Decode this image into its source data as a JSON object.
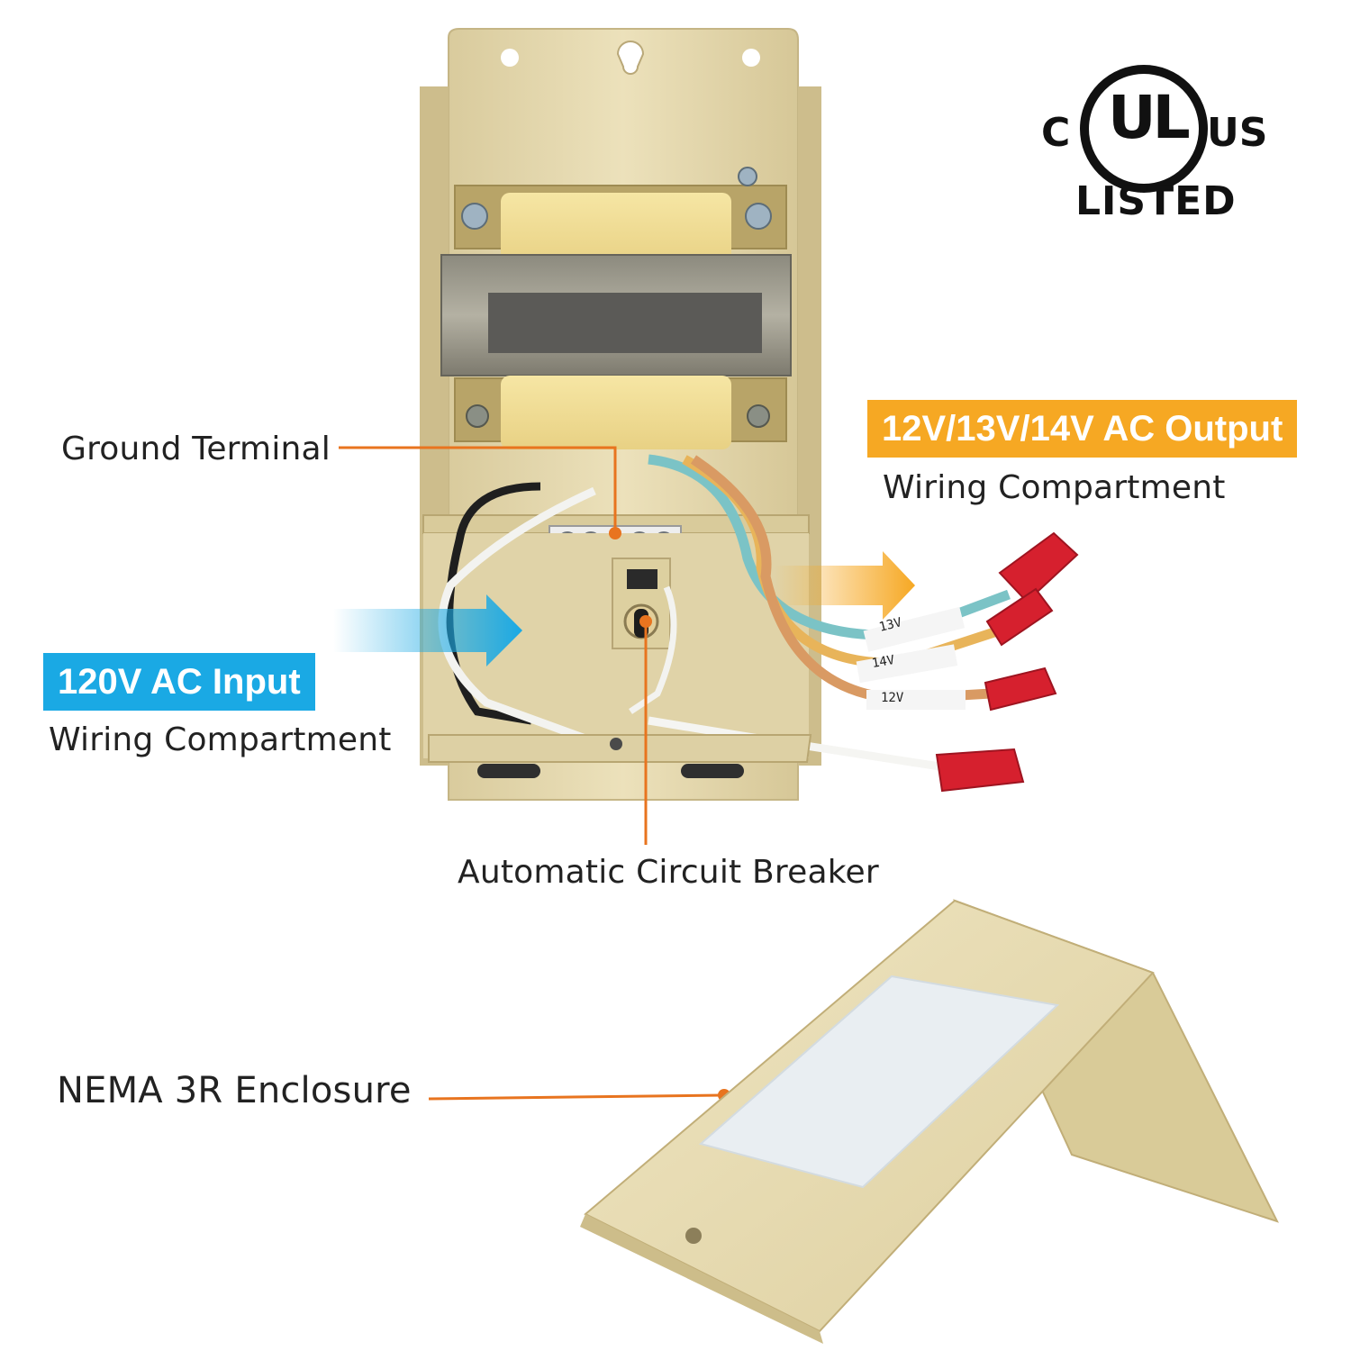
{
  "callouts": {
    "ground_terminal": "Ground Terminal",
    "circuit_breaker": "Automatic Circuit Breaker",
    "enclosure": "NEMA 3R Enclosure"
  },
  "input": {
    "badge": "120V AC Input",
    "subtitle": "Wiring Compartment"
  },
  "output": {
    "badge": "12V/13V/14V AC Output",
    "subtitle": "Wiring Compartment"
  },
  "wire_tags": {
    "wire_13v": "13V",
    "wire_14v": "14V",
    "wire_12v": "12V"
  },
  "certification": {
    "c": "C",
    "ul": "UL",
    "us": "US",
    "listed": "LISTED"
  },
  "colors": {
    "callout_line": "#e8741f",
    "input_accent": "#1aa9e4",
    "output_accent": "#f6a823",
    "enclosure": "#e2d5a7"
  }
}
